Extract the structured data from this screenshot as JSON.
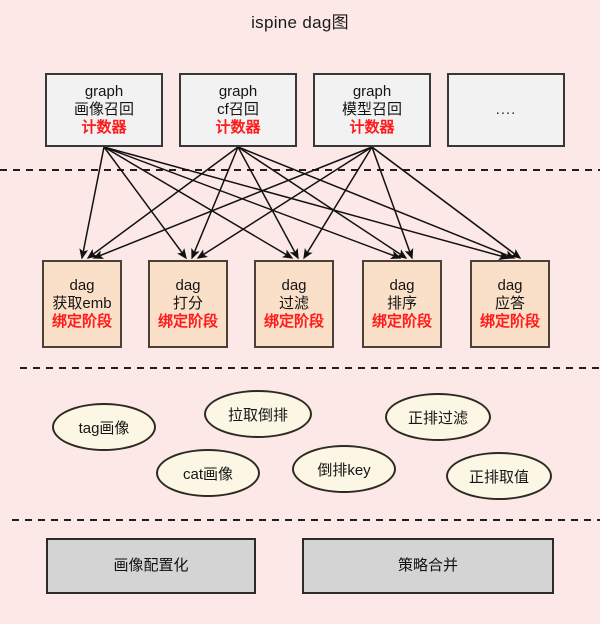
{
  "title": "ispine dag图",
  "theme": {
    "background": "#fce8e6",
    "graph_box_fill": "#f2f2f2",
    "dag_box_fill": "#fae0c8",
    "ellipse_fill": "#fbf7e4",
    "gray_box_fill": "#d4d4d4",
    "accent_red": "#ff1b1b",
    "border": "#3b3b3b"
  },
  "graph_row": [
    {
      "line1": "graph",
      "line2": "画像召回",
      "line3": "计数器"
    },
    {
      "line1": "graph",
      "line2": "cf召回",
      "line3": "计数器"
    },
    {
      "line1": "graph",
      "line2": "模型召回",
      "line3": "计数器"
    },
    {
      "line1": "....",
      "line2": "",
      "line3": ""
    }
  ],
  "dag_row": [
    {
      "line1": "dag",
      "line2": "获取emb",
      "line3": "绑定阶段"
    },
    {
      "line1": "dag",
      "line2": "打分",
      "line3": "绑定阶段"
    },
    {
      "line1": "dag",
      "line2": "过滤",
      "line3": "绑定阶段"
    },
    {
      "line1": "dag",
      "line2": "排序",
      "line3": "绑定阶段"
    },
    {
      "line1": "dag",
      "line2": "应答",
      "line3": "绑定阶段"
    }
  ],
  "operator_row": [
    {
      "label": "tag画像"
    },
    {
      "label": "拉取倒排"
    },
    {
      "label": "正排过滤"
    },
    {
      "label": "cat画像"
    },
    {
      "label": "倒排key"
    },
    {
      "label": "正排取值"
    }
  ],
  "footer_row": [
    {
      "label": "画像配置化"
    },
    {
      "label": "策略合并"
    }
  ],
  "edges": {
    "description": "每个 graph 节点连接全部 5 个 dag 节点",
    "count": 15
  }
}
